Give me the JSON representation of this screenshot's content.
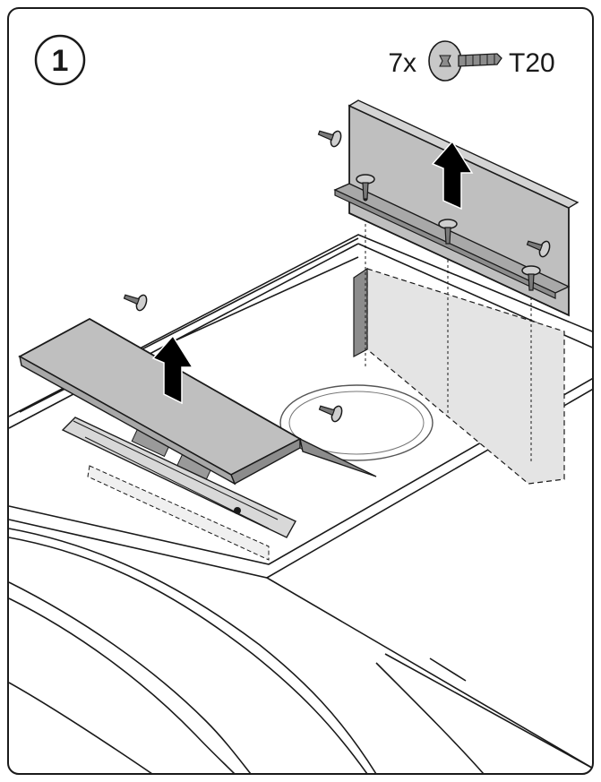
{
  "step": {
    "number": "1"
  },
  "hardware": {
    "quantity": "7x",
    "bit": "T20"
  },
  "colors": {
    "line": "#1a1a1a",
    "panel": "#bfbfbf",
    "panel_dark": "#a8a8a8",
    "shadow_fill": "#e4e4e4",
    "arrow": "#000000",
    "background": "#ffffff"
  },
  "icons": {
    "screw": "torx-screw-icon",
    "lift": "arrow-up-icon"
  }
}
